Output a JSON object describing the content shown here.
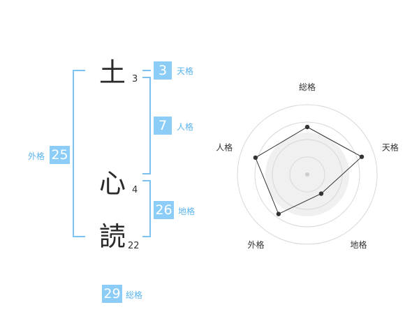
{
  "name_chars": [
    {
      "char": "土",
      "strokes": "3"
    },
    {
      "char": "心",
      "strokes": "4"
    },
    {
      "char": "読",
      "strokes": "22"
    }
  ],
  "kaku": {
    "tenkaku": {
      "value": "3",
      "label": "天格"
    },
    "jinkaku": {
      "value": "7",
      "label": "人格"
    },
    "chikaku": {
      "value": "26",
      "label": "地格"
    },
    "gaikaku": {
      "value": "25",
      "label": "外格"
    },
    "soukaku": {
      "value": "29",
      "label": "総格"
    }
  },
  "colors": {
    "accent": "#8ccdf7",
    "line": "#7cc2f2",
    "label": "#5ab4ee"
  },
  "chart_data": {
    "type": "radar",
    "axes": [
      "総格",
      "天格",
      "地格",
      "外格",
      "人格"
    ],
    "values": [
      0.68,
      0.82,
      0.34,
      0.7,
      0.78
    ],
    "rings": 4,
    "grid": true
  }
}
